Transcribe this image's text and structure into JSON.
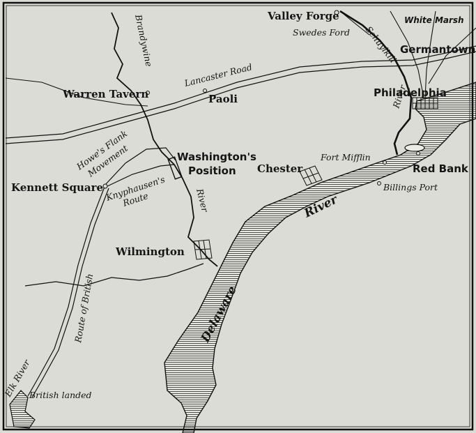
{
  "map": {
    "places": {
      "valley_forge": "Valley Forge",
      "swedes_ford": "Swedes Ford",
      "white_marsh": "White Marsh",
      "germantown": "Germantown",
      "philadelphia": "Philadelphia",
      "paoli": "Paoli",
      "warren_tavern": "Warren Tavern",
      "washingtons_position_1": "Washington's",
      "washingtons_position_2": "Position",
      "chester": "Chester",
      "fort_mifflin": "Fort Mifflin",
      "red_bank": "Red Bank",
      "billings_port": "Billings Port",
      "kennett_square": "Kennett Square",
      "wilmington": "Wilmington",
      "british_landed": "British landed"
    },
    "features": {
      "brandywine": "Brandywine",
      "lancaster_road": "Lancaster Road",
      "schuylkill": "Schuylkill",
      "schuylkill_river": "River",
      "howes_flank_1": "Howe's Flank",
      "howes_flank_2": "Movement",
      "knyphausen_1": "Knyphausen's",
      "knyphausen_2": "Route",
      "brandywine_river": "River",
      "delaware": "Delaware",
      "delaware_river": "River",
      "route_of_british": "Route of British",
      "elk_river": "Elk River"
    },
    "colors": {
      "paper": "#dcdcd6",
      "ink": "#151515"
    }
  }
}
